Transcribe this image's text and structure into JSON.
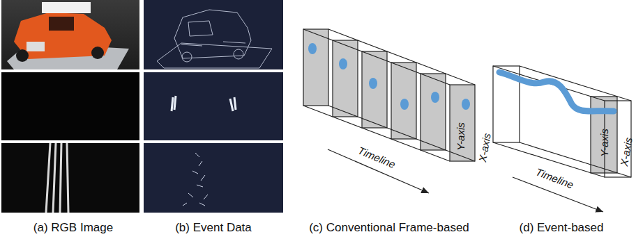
{
  "diagram": {
    "labels": [
      "(a) RGB Image",
      "(b) Event Data",
      "(c) Conventional Frame-based",
      "(d) Event-based",
      "Y-axis",
      "X-axis",
      "Timeline",
      "Y-axis",
      "X-axis",
      "Timeline"
    ]
  }
}
